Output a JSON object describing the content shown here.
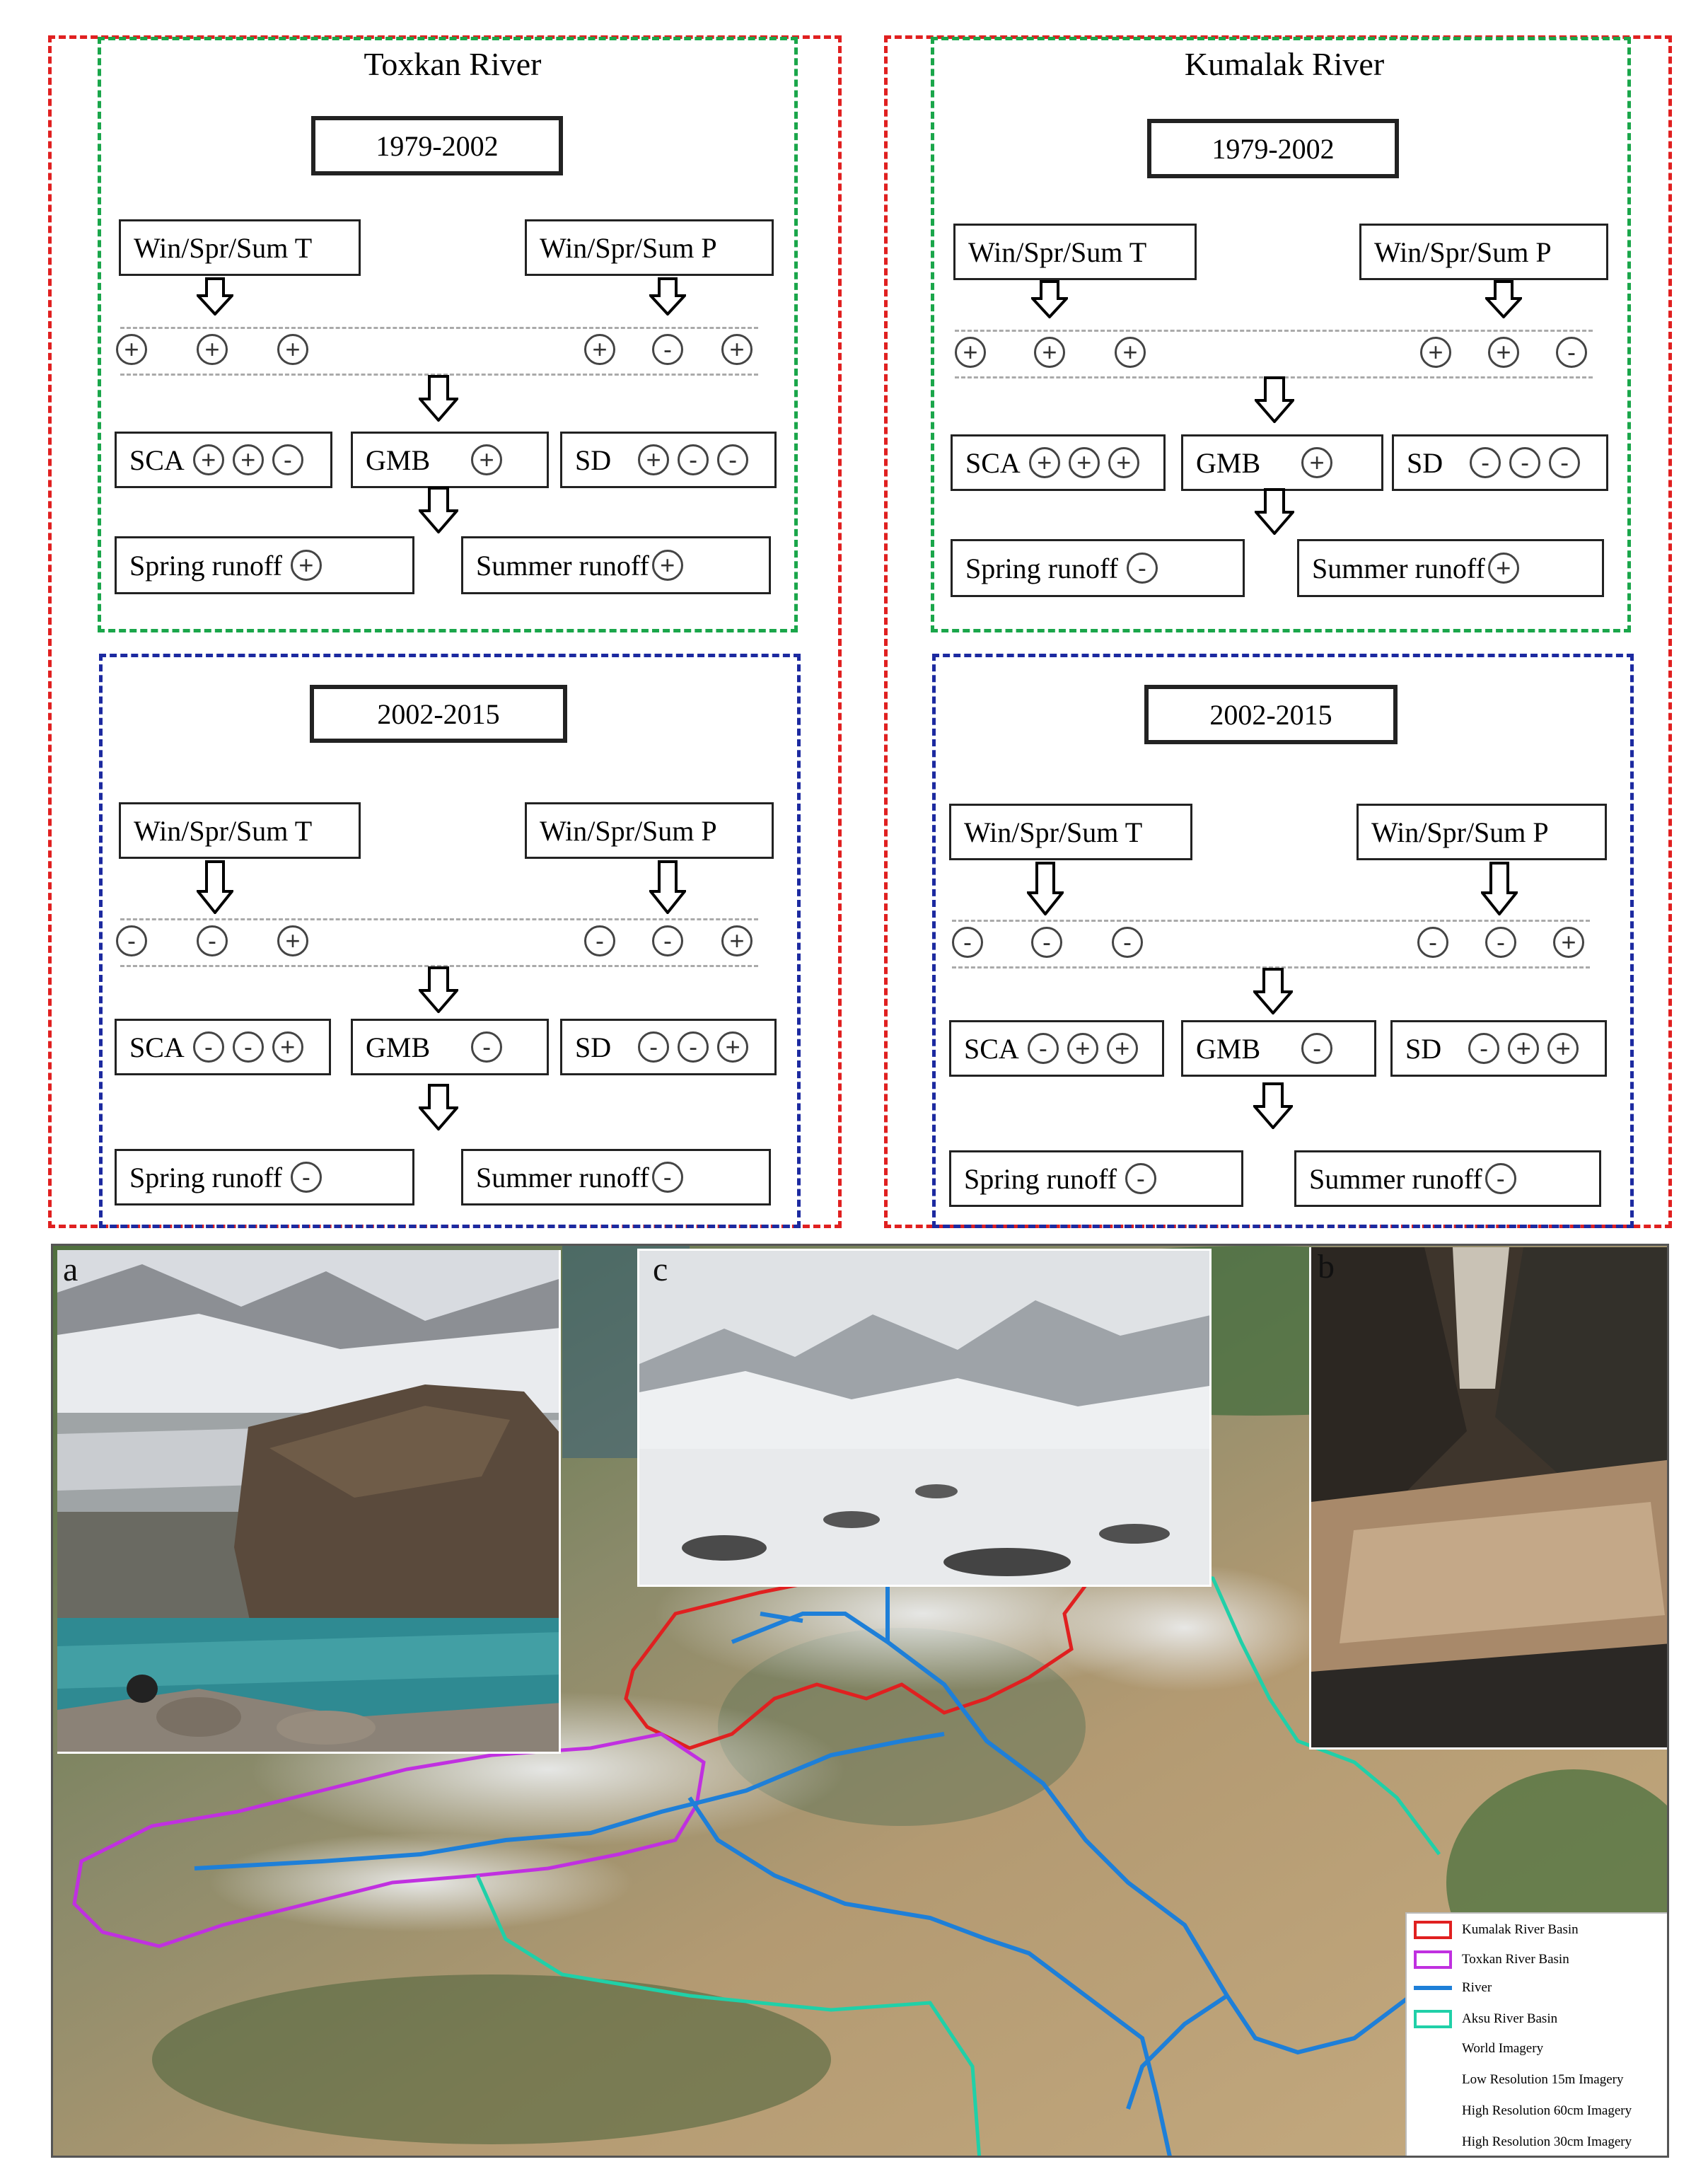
{
  "panels": [
    {
      "river": "Toxkan River",
      "periods": [
        {
          "years": "1979-2002",
          "temp_label": "Win/Spr/Sum T",
          "precip_label": "Win/Spr/Sum P",
          "temp_signs": [
            "+",
            "+",
            "+"
          ],
          "precip_signs": [
            "+",
            "-",
            "+"
          ],
          "sca_label": "SCA",
          "sca_signs": [
            "+",
            "+",
            "-"
          ],
          "gmb_label": "GMB",
          "gmb_signs": [
            "+"
          ],
          "sd_label": "SD",
          "sd_signs": [
            "+",
            "-",
            "-"
          ],
          "spring_label": "Spring runoff",
          "spring_sign": "+",
          "summer_label": "Summer runoff",
          "summer_sign": "+"
        },
        {
          "years": "2002-2015",
          "temp_label": "Win/Spr/Sum T",
          "precip_label": "Win/Spr/Sum P",
          "temp_signs": [
            "-",
            "-",
            "+"
          ],
          "precip_signs": [
            "-",
            "-",
            "+"
          ],
          "sca_label": "SCA",
          "sca_signs": [
            "-",
            "-",
            "+"
          ],
          "gmb_label": "GMB",
          "gmb_signs": [
            "-"
          ],
          "sd_label": "SD",
          "sd_signs": [
            "-",
            "-",
            "+"
          ],
          "spring_label": "Spring runoff",
          "spring_sign": "-",
          "summer_label": "Summer runoff",
          "summer_sign": "-"
        }
      ]
    },
    {
      "river": "Kumalak River",
      "periods": [
        {
          "years": "1979-2002",
          "temp_label": "Win/Spr/Sum T",
          "precip_label": "Win/Spr/Sum P",
          "temp_signs": [
            "+",
            "+",
            "+"
          ],
          "precip_signs": [
            "+",
            "+",
            "-"
          ],
          "sca_label": "SCA",
          "sca_signs": [
            "+",
            "+",
            "+"
          ],
          "gmb_label": "GMB",
          "gmb_signs": [
            "+"
          ],
          "sd_label": "SD",
          "sd_signs": [
            "-",
            "-",
            "-"
          ],
          "spring_label": "Spring runoff",
          "spring_sign": "-",
          "summer_label": "Summer runoff",
          "summer_sign": "+"
        },
        {
          "years": "2002-2015",
          "temp_label": "Win/Spr/Sum T",
          "precip_label": "Win/Spr/Sum P",
          "temp_signs": [
            "-",
            "-",
            "-"
          ],
          "precip_signs": [
            "-",
            "-",
            "+"
          ],
          "sca_label": "SCA",
          "sca_signs": [
            "-",
            "+",
            "+"
          ],
          "gmb_label": "GMB",
          "gmb_signs": [
            "-"
          ],
          "sd_label": "SD",
          "sd_signs": [
            "-",
            "+",
            "+"
          ],
          "spring_label": "Spring runoff",
          "spring_sign": "-",
          "summer_label": "Summer runoff",
          "summer_sign": "-"
        }
      ]
    }
  ],
  "photos": {
    "a": "a",
    "b": "b",
    "c": "c"
  },
  "legend": {
    "items": [
      {
        "label": "Kumalak River Basin",
        "swatch": "outline",
        "color": "#e02020"
      },
      {
        "label": "Toxkan River Basin",
        "swatch": "outline",
        "color": "#c030e0"
      },
      {
        "label": "River",
        "swatch": "line",
        "color": "#1e7fd8"
      },
      {
        "label": "Aksu River Basin",
        "swatch": "outline",
        "color": "#20d0a8"
      },
      {
        "label": "World Imagery",
        "swatch": "none",
        "color": ""
      },
      {
        "label": "Low Resolution 15m Imagery",
        "swatch": "none",
        "color": ""
      },
      {
        "label": "High Resolution 60cm Imagery",
        "swatch": "none",
        "color": ""
      },
      {
        "label": "High Resolution 30cm Imagery",
        "swatch": "none",
        "color": ""
      }
    ]
  },
  "colors": {
    "outer_border": "#e02020",
    "period1_border": "#1aa64a",
    "period2_border": "#1c2aa0"
  }
}
